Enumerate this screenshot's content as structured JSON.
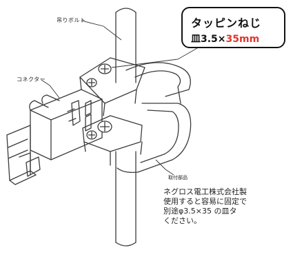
{
  "labels": {
    "hanging_bolt": "吊りボルト",
    "connector": "コネクター",
    "mounting_part": "取付部品"
  },
  "callout": {
    "title": "タッピンねじ",
    "spec_prefix": "皿3.5×",
    "spec_length": "35mm",
    "highlight_color": "#e2352c"
  },
  "note": {
    "lines": [
      "ネグロス電工株式会社製",
      "使用すると容易に固定で",
      "別途φ3.5×35 の皿タ",
      "ください。"
    ]
  }
}
